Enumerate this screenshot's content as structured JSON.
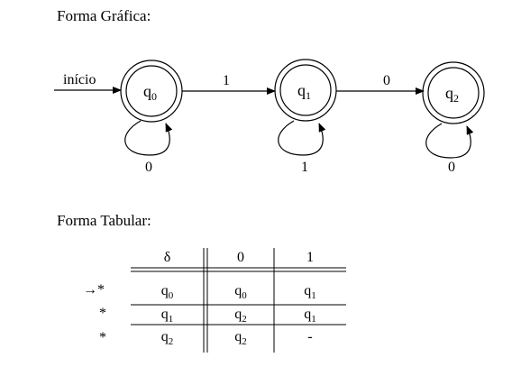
{
  "graphic_title": "Forma Gráfica:",
  "tabular_title": "Forma Tabular:",
  "diagram": {
    "start_label": "início",
    "states": [
      {
        "base": "q",
        "sub": "0"
      },
      {
        "base": "q",
        "sub": "1"
      },
      {
        "base": "q",
        "sub": "2"
      }
    ],
    "transitions": [
      {
        "from": 0,
        "to": 1,
        "label": "1"
      },
      {
        "from": 1,
        "to": 2,
        "label": "0"
      }
    ],
    "loops": [
      {
        "state": 0,
        "label": "0"
      },
      {
        "state": 1,
        "label": "1"
      },
      {
        "state": 2,
        "label": "0"
      }
    ]
  },
  "table": {
    "headers": [
      "δ",
      "0",
      "1"
    ],
    "rows": [
      {
        "marker": "→*",
        "cells": [
          {
            "base": "q",
            "sub": "0"
          },
          {
            "base": "q",
            "sub": "0"
          },
          {
            "base": "q",
            "sub": "1"
          }
        ]
      },
      {
        "marker": "*",
        "cells": [
          {
            "base": "q",
            "sub": "1"
          },
          {
            "base": "q",
            "sub": "2"
          },
          {
            "base": "q",
            "sub": "1"
          }
        ]
      },
      {
        "marker": "*",
        "cells": [
          {
            "base": "q",
            "sub": "2"
          },
          {
            "base": "q",
            "sub": "2"
          },
          {
            "base": "",
            "sub": "",
            "text": "-"
          }
        ]
      }
    ]
  }
}
